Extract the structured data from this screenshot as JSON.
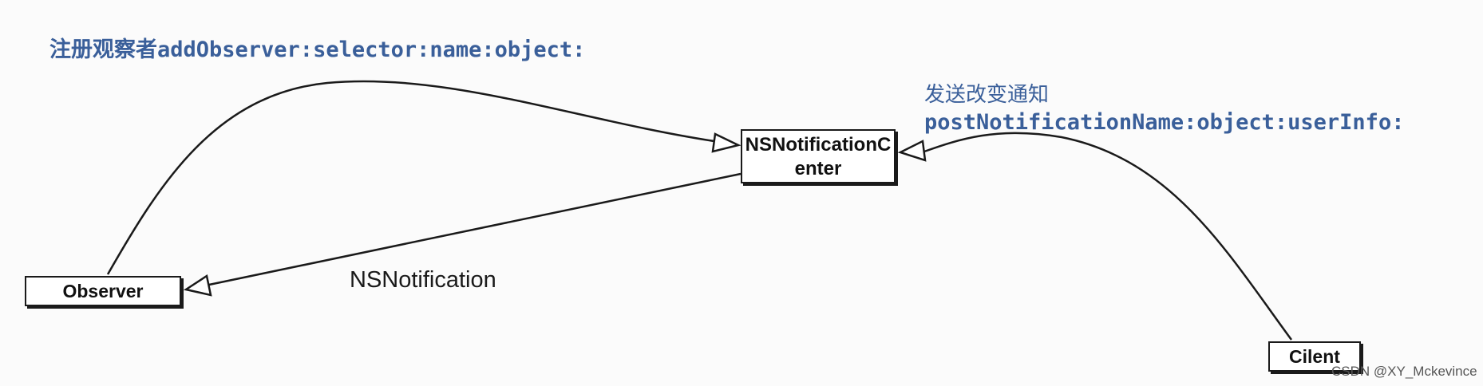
{
  "annotations": {
    "register": "注册观察者addObserver:selector:name:object:",
    "post_title": "发送改变通知",
    "post_signature": "postNotificationName:object:userInfo:"
  },
  "nodes": {
    "notification_center": "NSNotificationCenter",
    "observer": "Observer",
    "client": "Cilent"
  },
  "edges": {
    "notification_label": "NSNotification"
  },
  "watermark": "CSDN @XY_Mckevince",
  "colors": {
    "annotation_text": "#3a5f9a",
    "line": "#1a1a1a",
    "node_fill": "#ffffff"
  }
}
